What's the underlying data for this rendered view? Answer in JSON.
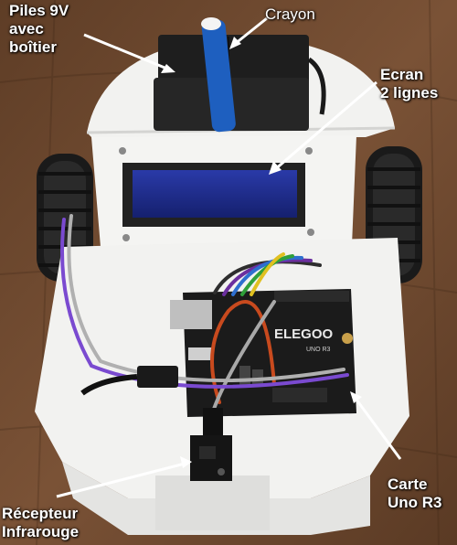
{
  "labels": {
    "batteries": [
      "Piles 9V",
      "avec",
      "boîtier"
    ],
    "pencil": "Crayon",
    "screen": [
      "Ecran",
      "2 lignes"
    ],
    "board": [
      "Carte",
      "Uno R3"
    ],
    "receiver": [
      "Récepteur",
      "Infrarouge"
    ]
  },
  "board_brand": "ELEGOO",
  "board_model": "UNO R3",
  "colors": {
    "background_wood": "#6e4a30",
    "chassis_white": "#f2f2f0",
    "lcd_blue": "#1d2a8c",
    "board_black": "#1b1b1b"
  }
}
